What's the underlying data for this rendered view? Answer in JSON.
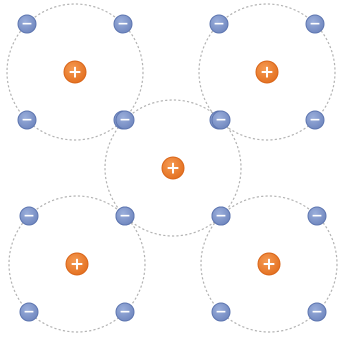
{
  "diagram": {
    "title": "",
    "colors": {
      "orbit": "#b3b3b3",
      "nucleus_fill": "#ee7b2b",
      "nucleus_stroke": "#d9661a",
      "electron_fill": "#7c93c9",
      "electron_stroke": "#5e76b0",
      "sign": "#ffffff"
    },
    "atoms": [
      {
        "name": "top-left",
        "nucleus_label": "+",
        "electron_labels": [
          "−",
          "−",
          "−",
          "−"
        ]
      },
      {
        "name": "top-right",
        "nucleus_label": "+",
        "electron_labels": [
          "−",
          "−",
          "−",
          "−"
        ]
      },
      {
        "name": "center",
        "nucleus_label": "+",
        "electron_labels": [
          "−",
          "−",
          "−",
          "−"
        ]
      },
      {
        "name": "bottom-left",
        "nucleus_label": "+",
        "electron_labels": [
          "−",
          "−",
          "−",
          "−"
        ]
      },
      {
        "name": "bottom-right",
        "nucleus_label": "+",
        "electron_labels": [
          "−",
          "−",
          "−",
          "−"
        ]
      }
    ]
  }
}
